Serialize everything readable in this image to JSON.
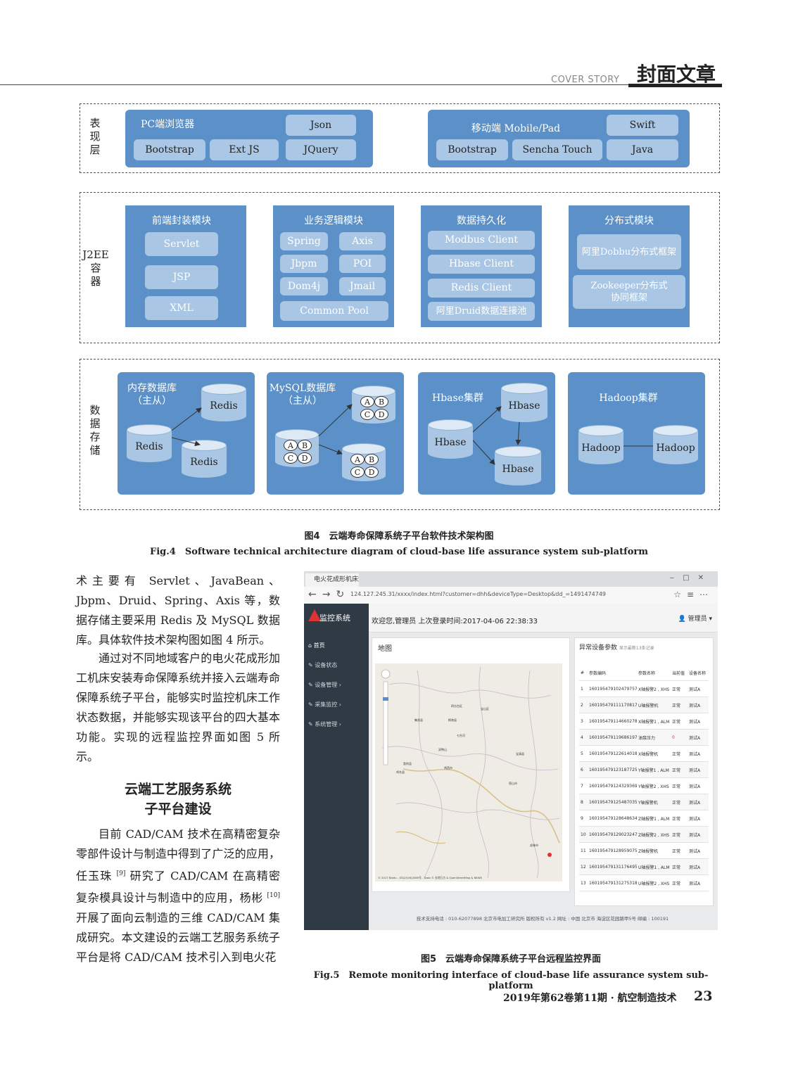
{
  "header": {
    "en": "COVER STORY",
    "cn": "封面文章"
  },
  "fig4": {
    "layers": {
      "presentation": "表\n现\n层",
      "j2ee": "J2EE\n容\n器",
      "storage": "数\n据\n存\n储"
    },
    "pc": {
      "title": "PC端浏览器",
      "items": [
        "Json",
        "Bootstrap",
        "Ext JS",
        "JQuery"
      ]
    },
    "mobile": {
      "title": "移动端 Mobile/Pad",
      "items": [
        "Swift",
        "Bootstrap",
        "Sencha Touch",
        "Java"
      ]
    },
    "frontend": {
      "title": "前端封装模块",
      "items": [
        "Servlet",
        "JSP",
        "XML"
      ]
    },
    "logic": {
      "title": "业务逻辑模块",
      "items": [
        "Spring",
        "Axis",
        "Jbpm",
        "POI",
        "Dom4j",
        "Jmail",
        "Common Pool"
      ]
    },
    "persist": {
      "title": "数据持久化",
      "items": [
        "Modbus Client",
        "Hbase Client",
        "Redis Client",
        "阿里Druid数据连接池"
      ]
    },
    "dist": {
      "title": "分布式模块",
      "items": [
        "阿里Dobbu分布式框架",
        "Zookeeper分布式\n协同框架"
      ]
    },
    "memdb": {
      "title": "内存数据库\n（主从）",
      "items": [
        "Redis",
        "Redis",
        "Redis"
      ]
    },
    "mysql": {
      "title": "MySQL数据库\n（主从）",
      "letters": [
        "A",
        "B",
        "C",
        "D"
      ]
    },
    "hbase": {
      "title": "Hbase集群",
      "items": [
        "Hbase",
        "Hbase",
        "Hbase"
      ]
    },
    "hadoop": {
      "title": "Hadoop集群",
      "items": [
        "Hadoop",
        "Hadoop"
      ]
    },
    "caption_cn": "图4　云端寿命保障系统子平台软件技术架构图",
    "caption_en": "Fig.4　Software technical architecture diagram of cloud-base life assurance system sub-platform"
  },
  "text": {
    "p1": "术主要有 Servlet、JavaBean、Jbpm、Druid、Spring、Axis 等，数据存储主要采用 Redis 及 MySQL 数据库。具体软件技术架构图如图 4 所示。",
    "p2": "通过对不同地域客户的电火花成形加工机床安装寿命保障系统并接入云端寿命保障系统子平台，能够实时监控机床工作状态数据，并能够实现该平台的四大基本功能。实现的远程监控界面如图 5 所示。",
    "section_l1": "云端工艺服务系统",
    "section_l2": "子平台建设",
    "p3a": "目前 CAD/CAM 技术在高精密复杂零部件设计与制造中得到了广泛的应用，任玉珠 ",
    "ref9": "[9]",
    "p3b": " 研究了 CAD/CAM 在高精密复杂模具设计与制造中的应用，杨彬 ",
    "ref10": "[10]",
    "p3c": " 开展了面向云制造的三维 CAD/CAM 集成研究。本文建设的云端工艺服务系统子平台是将 CAD/CAM 技术引入到电火花"
  },
  "fig5": {
    "tab": "电火花成形机床远程监控",
    "address": "124.127.245.31/xxxx/index.html?customer=dhh&deviceType=Desktop&dd_=1491474749",
    "app_name": "监控系统",
    "welcome": "欢迎您,管理员 上次登录时间:2017-04-06 22:38:33",
    "user": "管理员",
    "menu": [
      "首页",
      "设备状态",
      "设备管理",
      "采集监控",
      "系统管理"
    ],
    "map_title": "地图",
    "map_places": [
      "四方台区",
      "宝山区",
      "集贤县",
      "桦南县",
      "七台河",
      "双鸭山",
      "宝清县",
      "勃利县",
      "鸡东县",
      "鸡西市",
      "密山市",
      "虎林市"
    ],
    "map_attrib": "© 2017 Baidu - GS(2016)2089号 - Data © 长地万方 & OpenStreetMap & NEWE",
    "table_title": "异常设备参数",
    "table_sub": "显示最新13条记录",
    "columns": [
      "#",
      "参数编码",
      "参数名称",
      "当前值",
      "设备名称"
    ],
    "rows": [
      [
        "1",
        "1601954791024797578",
        "X轴报警2 , XHS",
        "正常",
        "测试A"
      ],
      [
        "2",
        "1601954791111708178",
        "U轴报警机",
        "正常",
        "测试A"
      ],
      [
        "3",
        "1601954791146602785",
        "X轴报警1 , ALM",
        "正常",
        "测试A"
      ],
      [
        "4",
        "1601954791196861979",
        "油泵压力",
        "0",
        "测试A"
      ],
      [
        "5",
        "1601954791226140183",
        "X轴报警机",
        "正常",
        "测试A"
      ],
      [
        "6",
        "1601954791231877250",
        "Y轴报警1 , ALM",
        "正常",
        "测试A"
      ],
      [
        "7",
        "1601954791243293697",
        "Y轴报警2 , XHS",
        "正常",
        "测试A"
      ],
      [
        "8",
        "1601954791254870354",
        "Y轴报警机",
        "正常",
        "测试A"
      ],
      [
        "9",
        "1601954791286486342",
        "Z轴报警1 , ALM",
        "正常",
        "测试A"
      ],
      [
        "10",
        "1601954791290232479",
        "Z轴报警2 , XHS",
        "正常",
        "测试A"
      ],
      [
        "11",
        "1601954791289590753",
        "Z轴报警机",
        "正常",
        "测试A"
      ],
      [
        "12",
        "1601954791311764958",
        "U轴报警1 , ALM",
        "正常",
        "测试A"
      ],
      [
        "13",
        "1601954791312753185",
        "U轴报警2 , XHS",
        "正常",
        "测试A"
      ]
    ],
    "footer": "技术支持电话 : 010-62077898 北京市电加工研究所 版权所有 v1.2 网址 : 中国 北京市 海淀区花园路甲5号 邮编 : 100191",
    "caption_cn": "图5　云端寿命保障系统子平台远程监控界面",
    "caption_en": "Fig.5　Remote monitoring interface of cloud-base life assurance system sub-platform"
  },
  "page_footer": "2019年第62卷第11期 · 航空制造技术",
  "page_number": "23"
}
